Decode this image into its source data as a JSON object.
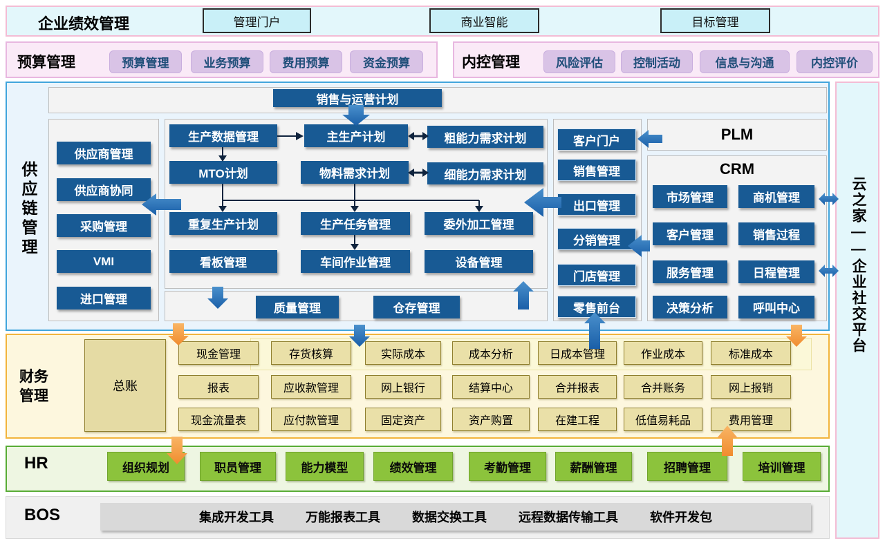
{
  "top": {
    "title": "企业绩效管理",
    "portal": "管理门户",
    "bi": "商业智能",
    "goal": "目标管理"
  },
  "budget": {
    "label": "预算管理",
    "items": [
      "预算管理",
      "业务预算",
      "费用预算",
      "资金预算"
    ]
  },
  "control": {
    "label": "内控管理",
    "items": [
      "风险评估",
      "控制活动",
      "信息与沟通",
      "内控评价"
    ]
  },
  "scm": {
    "label": "供应链管理",
    "sop": "销售与运营计划",
    "left": [
      "供应商管理",
      "供应商协同",
      "采购管理",
      "VMI",
      "进口管理"
    ],
    "plan": [
      "生产数据管理",
      "主生产计划",
      "粗能力需求计划",
      "MTO计划",
      "物料需求计划",
      "细能力需求计划",
      "重复生产计划",
      "生产任务管理",
      "委外加工管理",
      "看板管理",
      "车间作业管理",
      "设备管理"
    ],
    "bottom": [
      "质量管理",
      "仓存管理"
    ],
    "sales": [
      "客户门户",
      "销售管理",
      "出口管理",
      "分销管理",
      "门店管理",
      "零售前台"
    ],
    "plm": "PLM",
    "crm_label": "CRM",
    "crm": [
      "市场管理",
      "商机管理",
      "客户管理",
      "销售过程",
      "服务管理",
      "日程管理",
      "决策分析",
      "呼叫中心"
    ]
  },
  "finance": {
    "label": "财务管理",
    "ledger": "总账",
    "row1": [
      "现金管理",
      "存货核算",
      "实际成本",
      "成本分析",
      "日成本管理",
      "作业成本",
      "标准成本"
    ],
    "row2": [
      "报表",
      "应收款管理",
      "网上银行",
      "结算中心",
      "合并报表",
      "合并账务",
      "网上报销"
    ],
    "row3": [
      "现金流量表",
      "应付款管理",
      "固定资产",
      "资产购置",
      "在建工程",
      "低值易耗品",
      "费用管理"
    ]
  },
  "hr": {
    "label": "HR",
    "items": [
      "组织规划",
      "职员管理",
      "能力模型",
      "绩效管理",
      "考勤管理",
      "薪酬管理",
      "招聘管理",
      "培训管理"
    ]
  },
  "bos": {
    "label": "BOS",
    "tools": [
      "集成开发工具",
      "万能报表工具",
      "数据交换工具",
      "远程数据传输工具",
      "软件开发包"
    ]
  },
  "cloud": {
    "label": "云之家——企业社交平台"
  },
  "colors": {
    "module_box": "#185a94",
    "blue_arrow": "#2171b5",
    "orange_arrow": "#f79b3c",
    "scm_border": "#41a5dc",
    "finance_border": "#f2b43c",
    "hr_border": "#58ac35",
    "pink_border": "#f3bcd4"
  }
}
